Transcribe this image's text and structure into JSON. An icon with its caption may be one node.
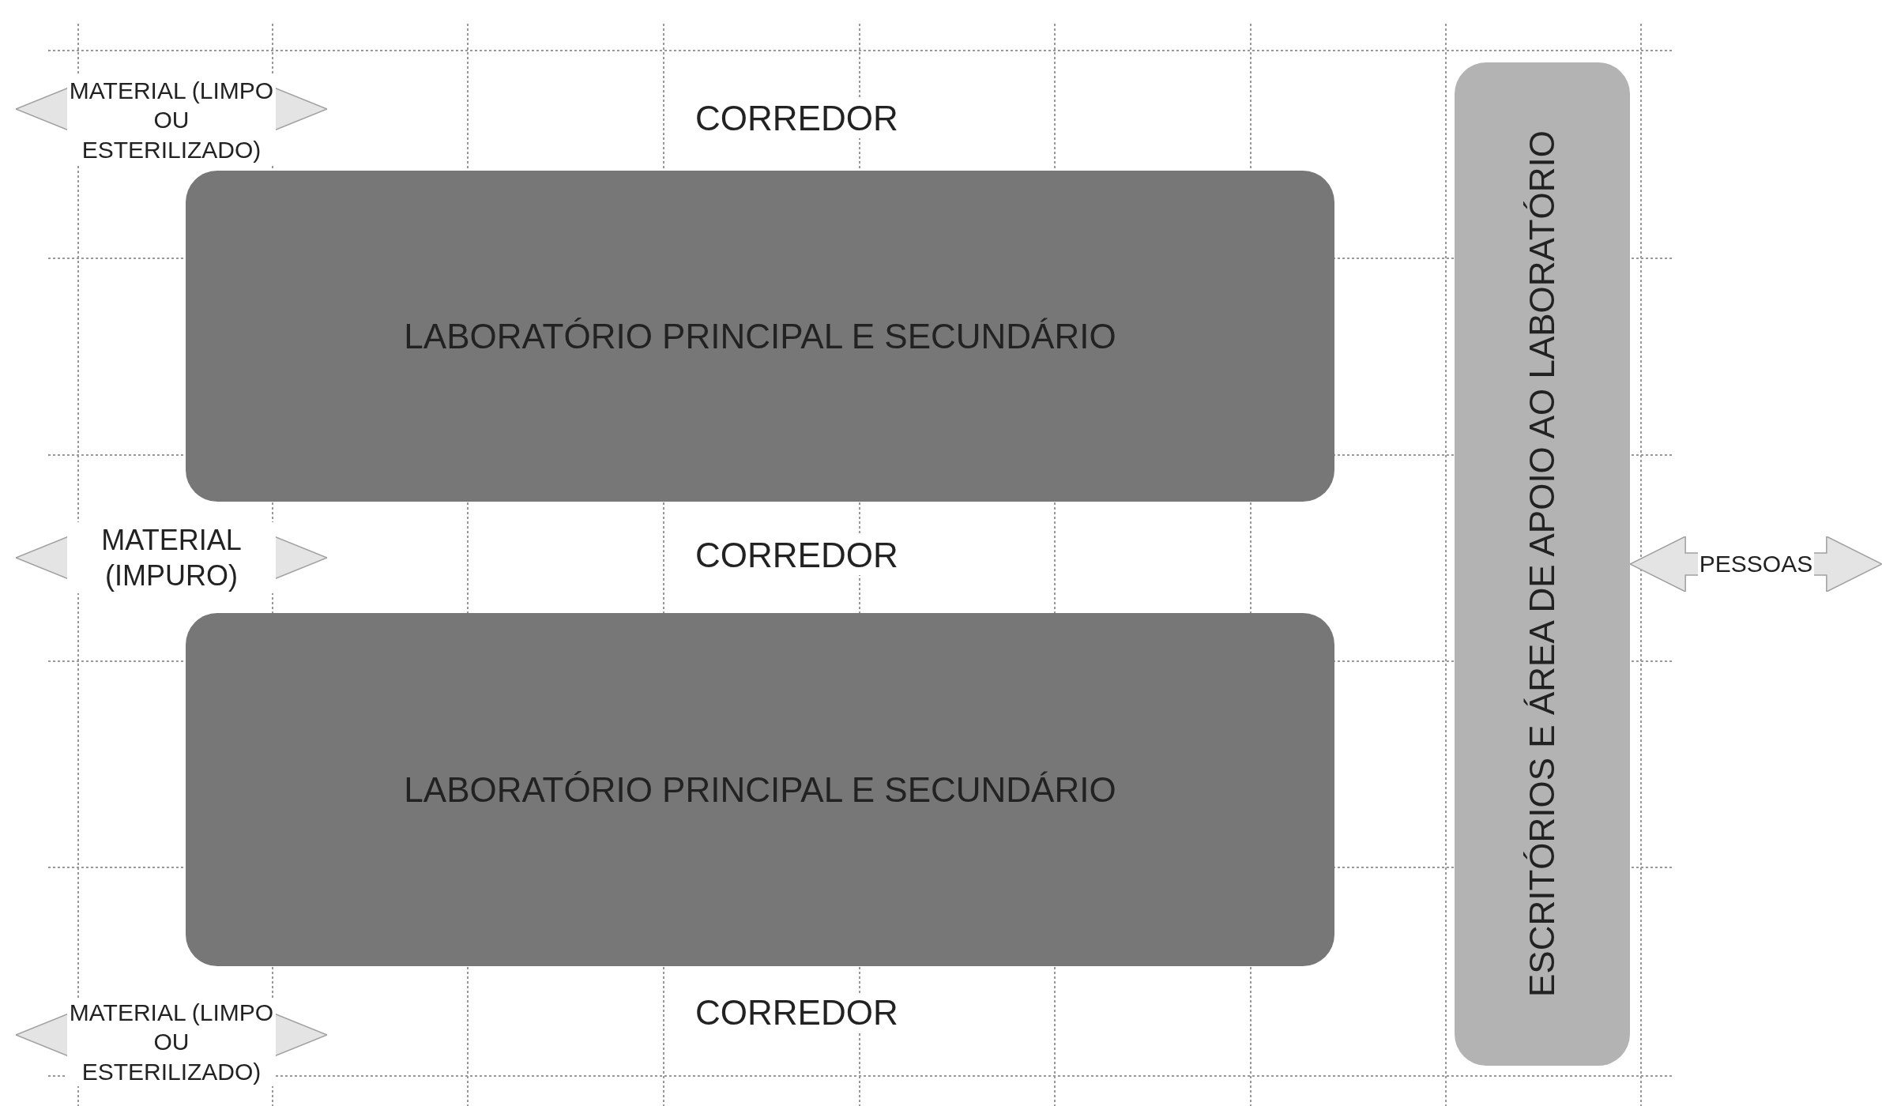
{
  "diagram": {
    "nodes": [
      {
        "text": [
          "MATERIAL (LIMPO OU ESTERILIZADO)"
        ]
      },
      {
        "text": [
          "LABORATÓRIO PRINCIPAL E SECUNDÁRIO"
        ]
      },
      {
        "text": [
          "MATERIAL (IMPURO)"
        ]
      },
      {
        "text": [
          "LABORATÓRIO PRINCIPAL E SECUNDÁRIO"
        ]
      },
      {
        "text": [
          "MATERIAL (LIMPO OU ESTERILIZADO)"
        ]
      },
      {
        "text": [
          "ESCRITÓRIOS E ÁREA DE APOIO AO LABORATÓRIO"
        ]
      },
      {
        "text": [
          "PESSOAS"
        ]
      }
    ],
    "edges": [],
    "labels": [
      "CORREDOR",
      "CORREDOR",
      "CORREDOR"
    ]
  }
}
